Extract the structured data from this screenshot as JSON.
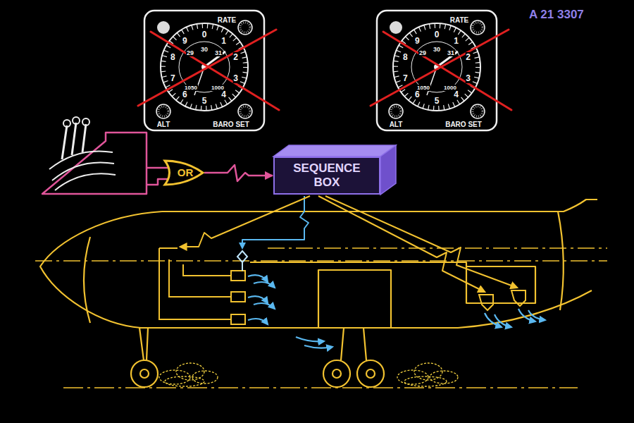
{
  "diagram": {
    "nodes": [
      {
        "text": [
          "OR"
        ]
      },
      {
        "text": [
          "SEQUENCE BOX"
        ]
      }
    ],
    "edges": [
      {
        "from": 0,
        "to": 1,
        "arrow": "to"
      }
    ],
    "labels": [
      "A 21 3307",
      "RATE",
      "ALT",
      "BARO SET",
      "0",
      "1",
      "2",
      "3",
      "4",
      "5",
      "6",
      "7",
      "8",
      "9",
      "29",
      "30",
      "31",
      "1000",
      "1050",
      "RATE",
      "ALT",
      "BARO SET",
      "0",
      "1",
      "2",
      "3",
      "4",
      "5",
      "6",
      "7",
      "8",
      "9",
      "29",
      "30",
      "31",
      "1000",
      "1050"
    ]
  }
}
